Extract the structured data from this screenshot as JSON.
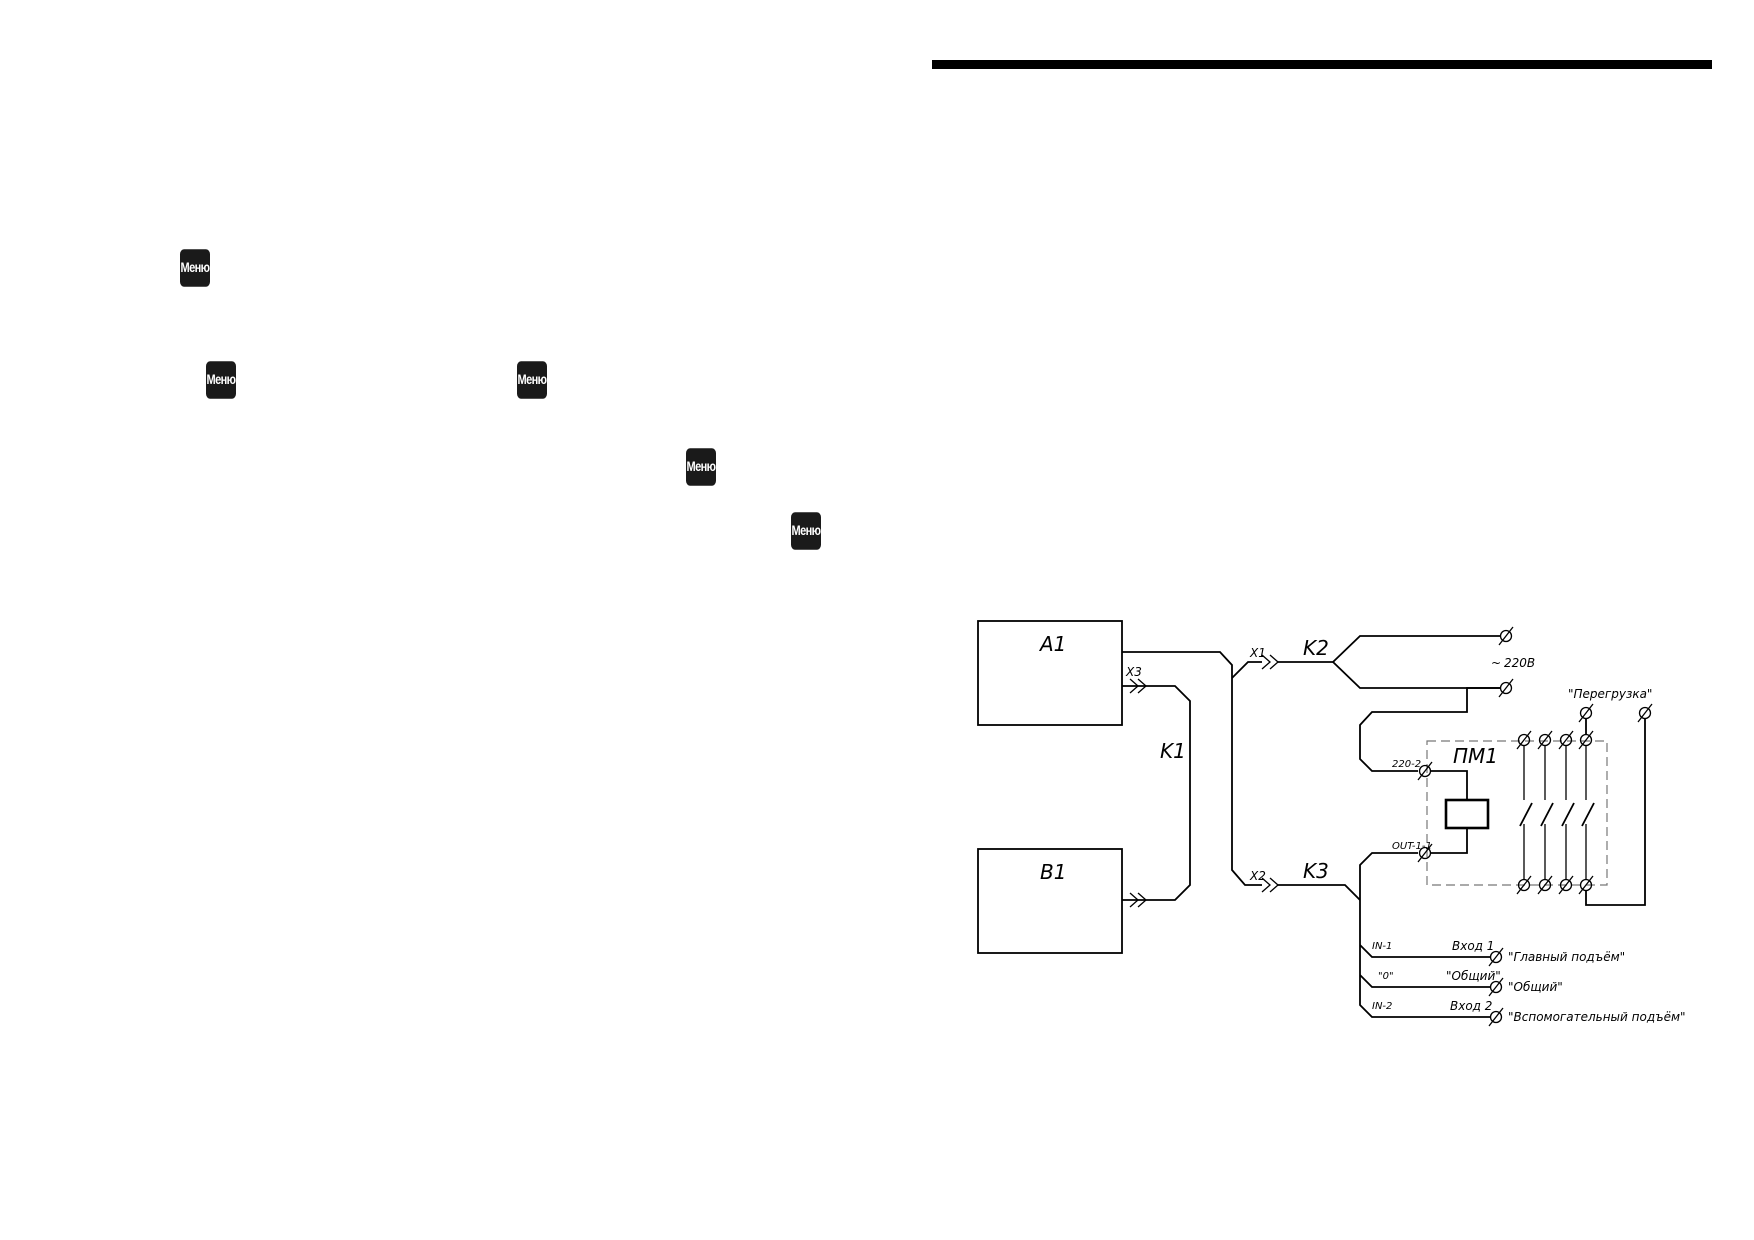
{
  "left_page": {
    "menu_keys": [
      {
        "id": "menu-key-1",
        "label": "Меню"
      },
      {
        "id": "menu-key-2",
        "label": "Меню"
      },
      {
        "id": "menu-key-3",
        "label": "Меню"
      },
      {
        "id": "menu-key-4",
        "label": "Меню"
      },
      {
        "id": "menu-key-5",
        "label": "Меню"
      }
    ]
  },
  "diagram": {
    "blocks": {
      "a1": "A1",
      "b1": "B1"
    },
    "cables": {
      "k1": "K1",
      "k2": "K2",
      "k3": "K3"
    },
    "connectors": {
      "x1": "X1",
      "x2": "X2",
      "x3": "X3"
    },
    "power_label": "220В",
    "overload_label": "\"Перегрузка\"",
    "contactor_label": "ПМ1",
    "pin_220": "220-2",
    "pin_out": "OUT-1-1",
    "inputs": [
      {
        "pin": "IN-1",
        "name": "Вход 1",
        "terminal": "\"Главный подъём\""
      },
      {
        "pin": "\"0\"",
        "name": "\"Общий\"",
        "terminal": "\"Общий\""
      },
      {
        "pin": "IN-2",
        "name": "Вход 2",
        "terminal": "\"Вспомогательный подъём\""
      }
    ]
  }
}
